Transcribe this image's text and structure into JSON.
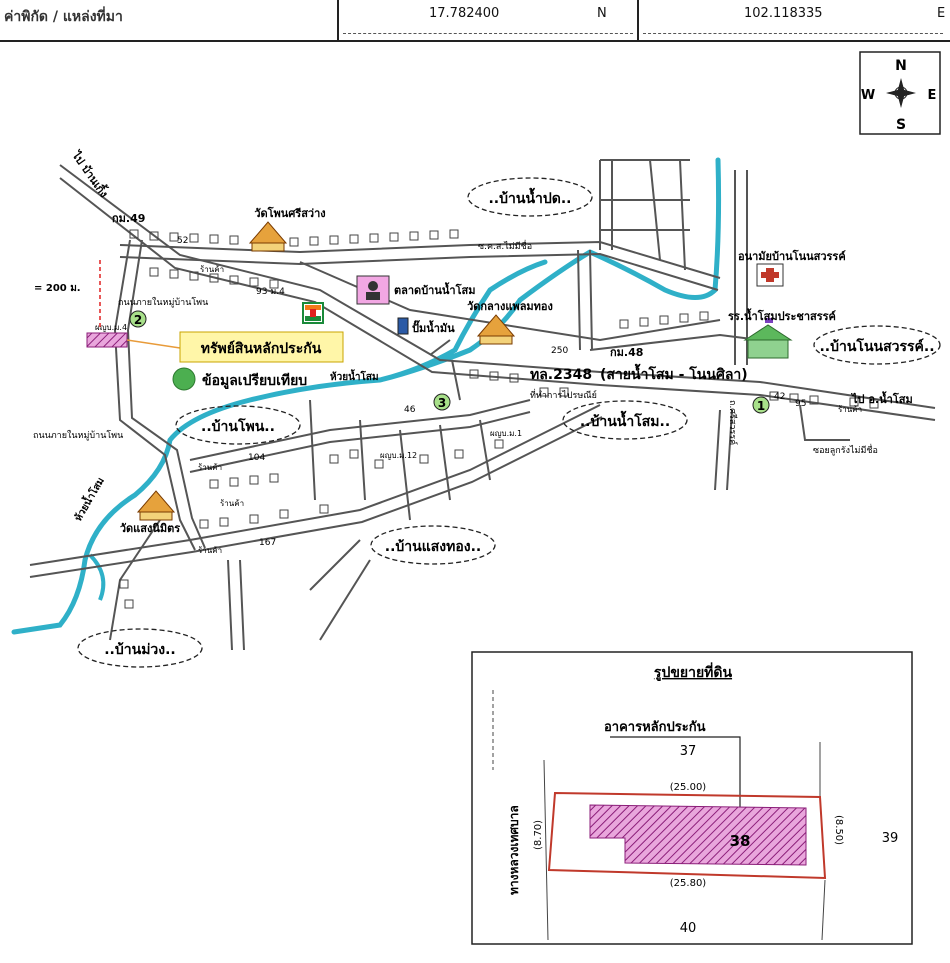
{
  "header": {
    "label": "ค่าพิกัด / แหล่งที่มา",
    "lat": "17.782400",
    "lat_dir": "N",
    "lon": "102.118335",
    "lon_dir": "E"
  },
  "compass": {
    "n": "N",
    "s": "S",
    "e": "E",
    "w": "W"
  },
  "villages": [
    "..บ้านน้ำปด..",
    "..บ้านโนนสวรรค์..",
    "..บ้านโพน..",
    "..บ้านน้ำโสม..",
    "..บ้านแสงทอง..",
    "..บ้านม่วง.."
  ],
  "labels": {
    "wat_phon": "วัดโพนศรีสว่าง",
    "market": "ตลาดบ้านน้ำโสม",
    "gas": "ปั๊มน้ำมัน",
    "wat_klang": "วัดกลางแพลมทอง",
    "health": "อนามัยบ้านโนนสวรรค์",
    "school": "รร.น้ำโสมประชาสรรค์",
    "road_main": "ทล.2348",
    "road_main2": "(สายน้ำโสม - โนนศิลา)",
    "to_nam_som": "ไป อ.น้ำโสม",
    "to_ban_kueng": "ไป บ้านเกิ้ง",
    "creek1": "ห้วยน้ำโสม",
    "creek2": "ห้วยน้ำโสม",
    "wat_saeng": "วัดแสงนิมิตร",
    "collateral": "ทรัพย์สินหลักประกัน",
    "comparison": "ข้อมูลเปรียบเทียบ",
    "dist": "= 200 ม.",
    "road_inner1": "ถนนภายในหมู่บ้านโพน",
    "road_inner2": "ถนนภายในหมู่บ้านโพน",
    "km49": "กม.49",
    "km48": "กม.48",
    "post": "ที่ทำการไปรษณีย์",
    "alley": "ซอยลูกรังไม่มีชื่อ",
    "alley2": "ซ.ค.ส.ไม่มีชื่อ",
    "num_52": "52",
    "num_93": "93 ม.4",
    "num_250": "250",
    "num_46": "46",
    "num_104": "104",
    "num_167": "167",
    "num_42": "42",
    "num_95": "95",
    "shop": "ร้านค้า",
    "head_m4": "ผญบ.ม.4",
    "head_m12": "ผญบ.ม.12",
    "head_m1": "ผญบ.ม.1",
    "seq_rd": "ถ.ศรีสวรรค์",
    "marker_1": "1",
    "marker_2": "2",
    "marker_3": "3"
  },
  "inset": {
    "title": "รูปขยายที่ดิน",
    "building": "อาคารหลักประกัน",
    "road": "ทางหลวงเทศบาล",
    "parcel": "38",
    "n_top": "37",
    "n_right": "39",
    "n_bottom": "40",
    "dim_top": "(25.00)",
    "dim_bottom": "(25.80)",
    "dim_left": "(8.70)",
    "dim_right": "(8.50)"
  },
  "colors": {
    "river": "#2fb0c8",
    "collateral": "#cc44aa",
    "legend_green": "#4caf50",
    "road": "#555"
  }
}
